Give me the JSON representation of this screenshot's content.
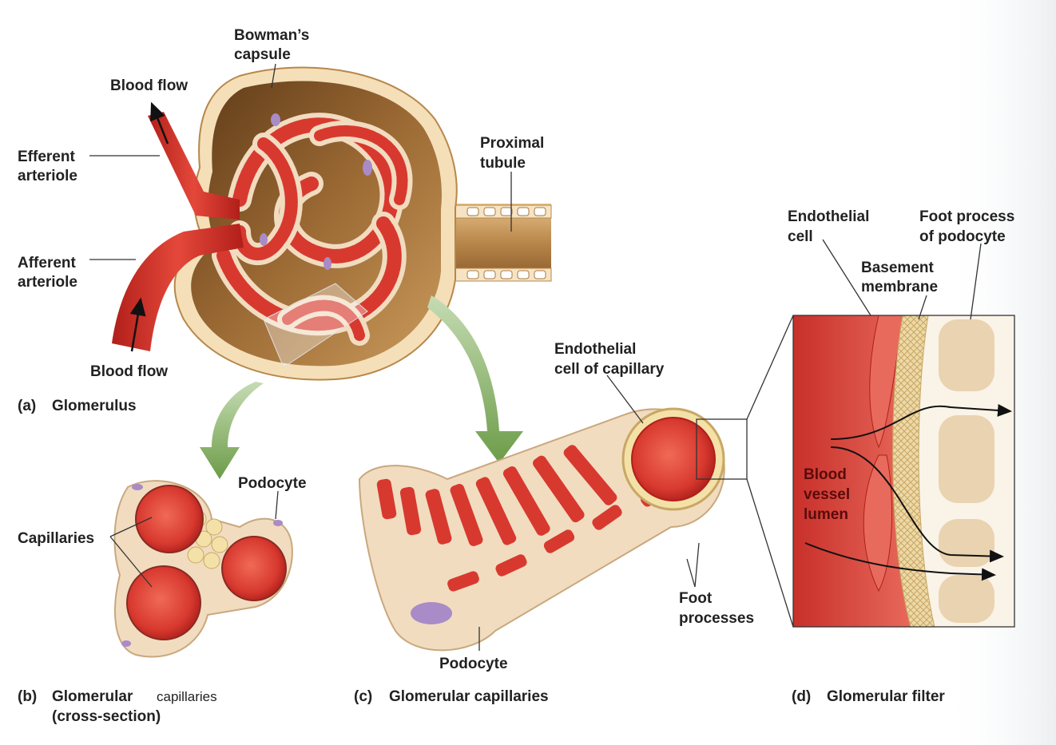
{
  "panel_a": {
    "bowmans_capsule": [
      "Bowman’s",
      "capsule"
    ],
    "blood_flow_top": "Blood flow",
    "efferent": [
      "Efferent",
      "arteriole"
    ],
    "afferent": [
      "Afferent",
      "arteriole"
    ],
    "blood_flow_bottom": "Blood flow",
    "proximal_tubule": [
      "Proximal",
      "tubule"
    ],
    "caption_letter": "(a)",
    "caption": "Glomerulus"
  },
  "panel_b": {
    "podocyte": "Podocyte",
    "capillaries": "Capillaries",
    "caption_letter": "(b)",
    "caption_bold": "Glomerular",
    "caption_light": "capillaries",
    "caption_line2": "(cross-section)"
  },
  "panel_c": {
    "endothelial": [
      "Endothelial",
      "cell of capillary"
    ],
    "foot_processes": [
      "Foot",
      "processes"
    ],
    "podocyte": "Podocyte",
    "caption_letter": "(c)",
    "caption": "Glomerular capillaries"
  },
  "panel_d": {
    "endothelial_cell": [
      "Endothelial",
      "cell"
    ],
    "foot_process": [
      "Foot process",
      "of podocyte"
    ],
    "basement_membrane": [
      "Basement",
      "membrane"
    ],
    "lumen": [
      "Blood",
      "vessel",
      "lumen"
    ],
    "caption_letter": "(d)",
    "caption": "Glomerular filter"
  },
  "colors": {
    "blood_red": "#d8392f",
    "dark_red": "#b11f1a",
    "tissue_brown": "#8a5a2b",
    "podocyte_tan": "#f1dcc0",
    "nucleus_purple": "#a98bc8",
    "arrow_green": "#7fae5a"
  }
}
